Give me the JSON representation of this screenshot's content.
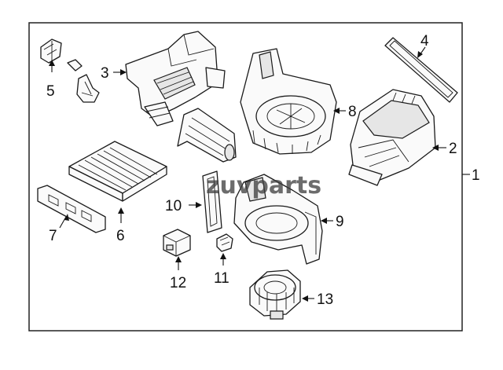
{
  "watermark": "zuvparts",
  "callouts": {
    "c1": "1",
    "c2": "2",
    "c3": "3",
    "c4": "4",
    "c5": "5",
    "c6": "6",
    "c7": "7",
    "c8": "8",
    "c9": "9",
    "c10": "10",
    "c11": "11",
    "c12": "12",
    "c13": "13"
  }
}
